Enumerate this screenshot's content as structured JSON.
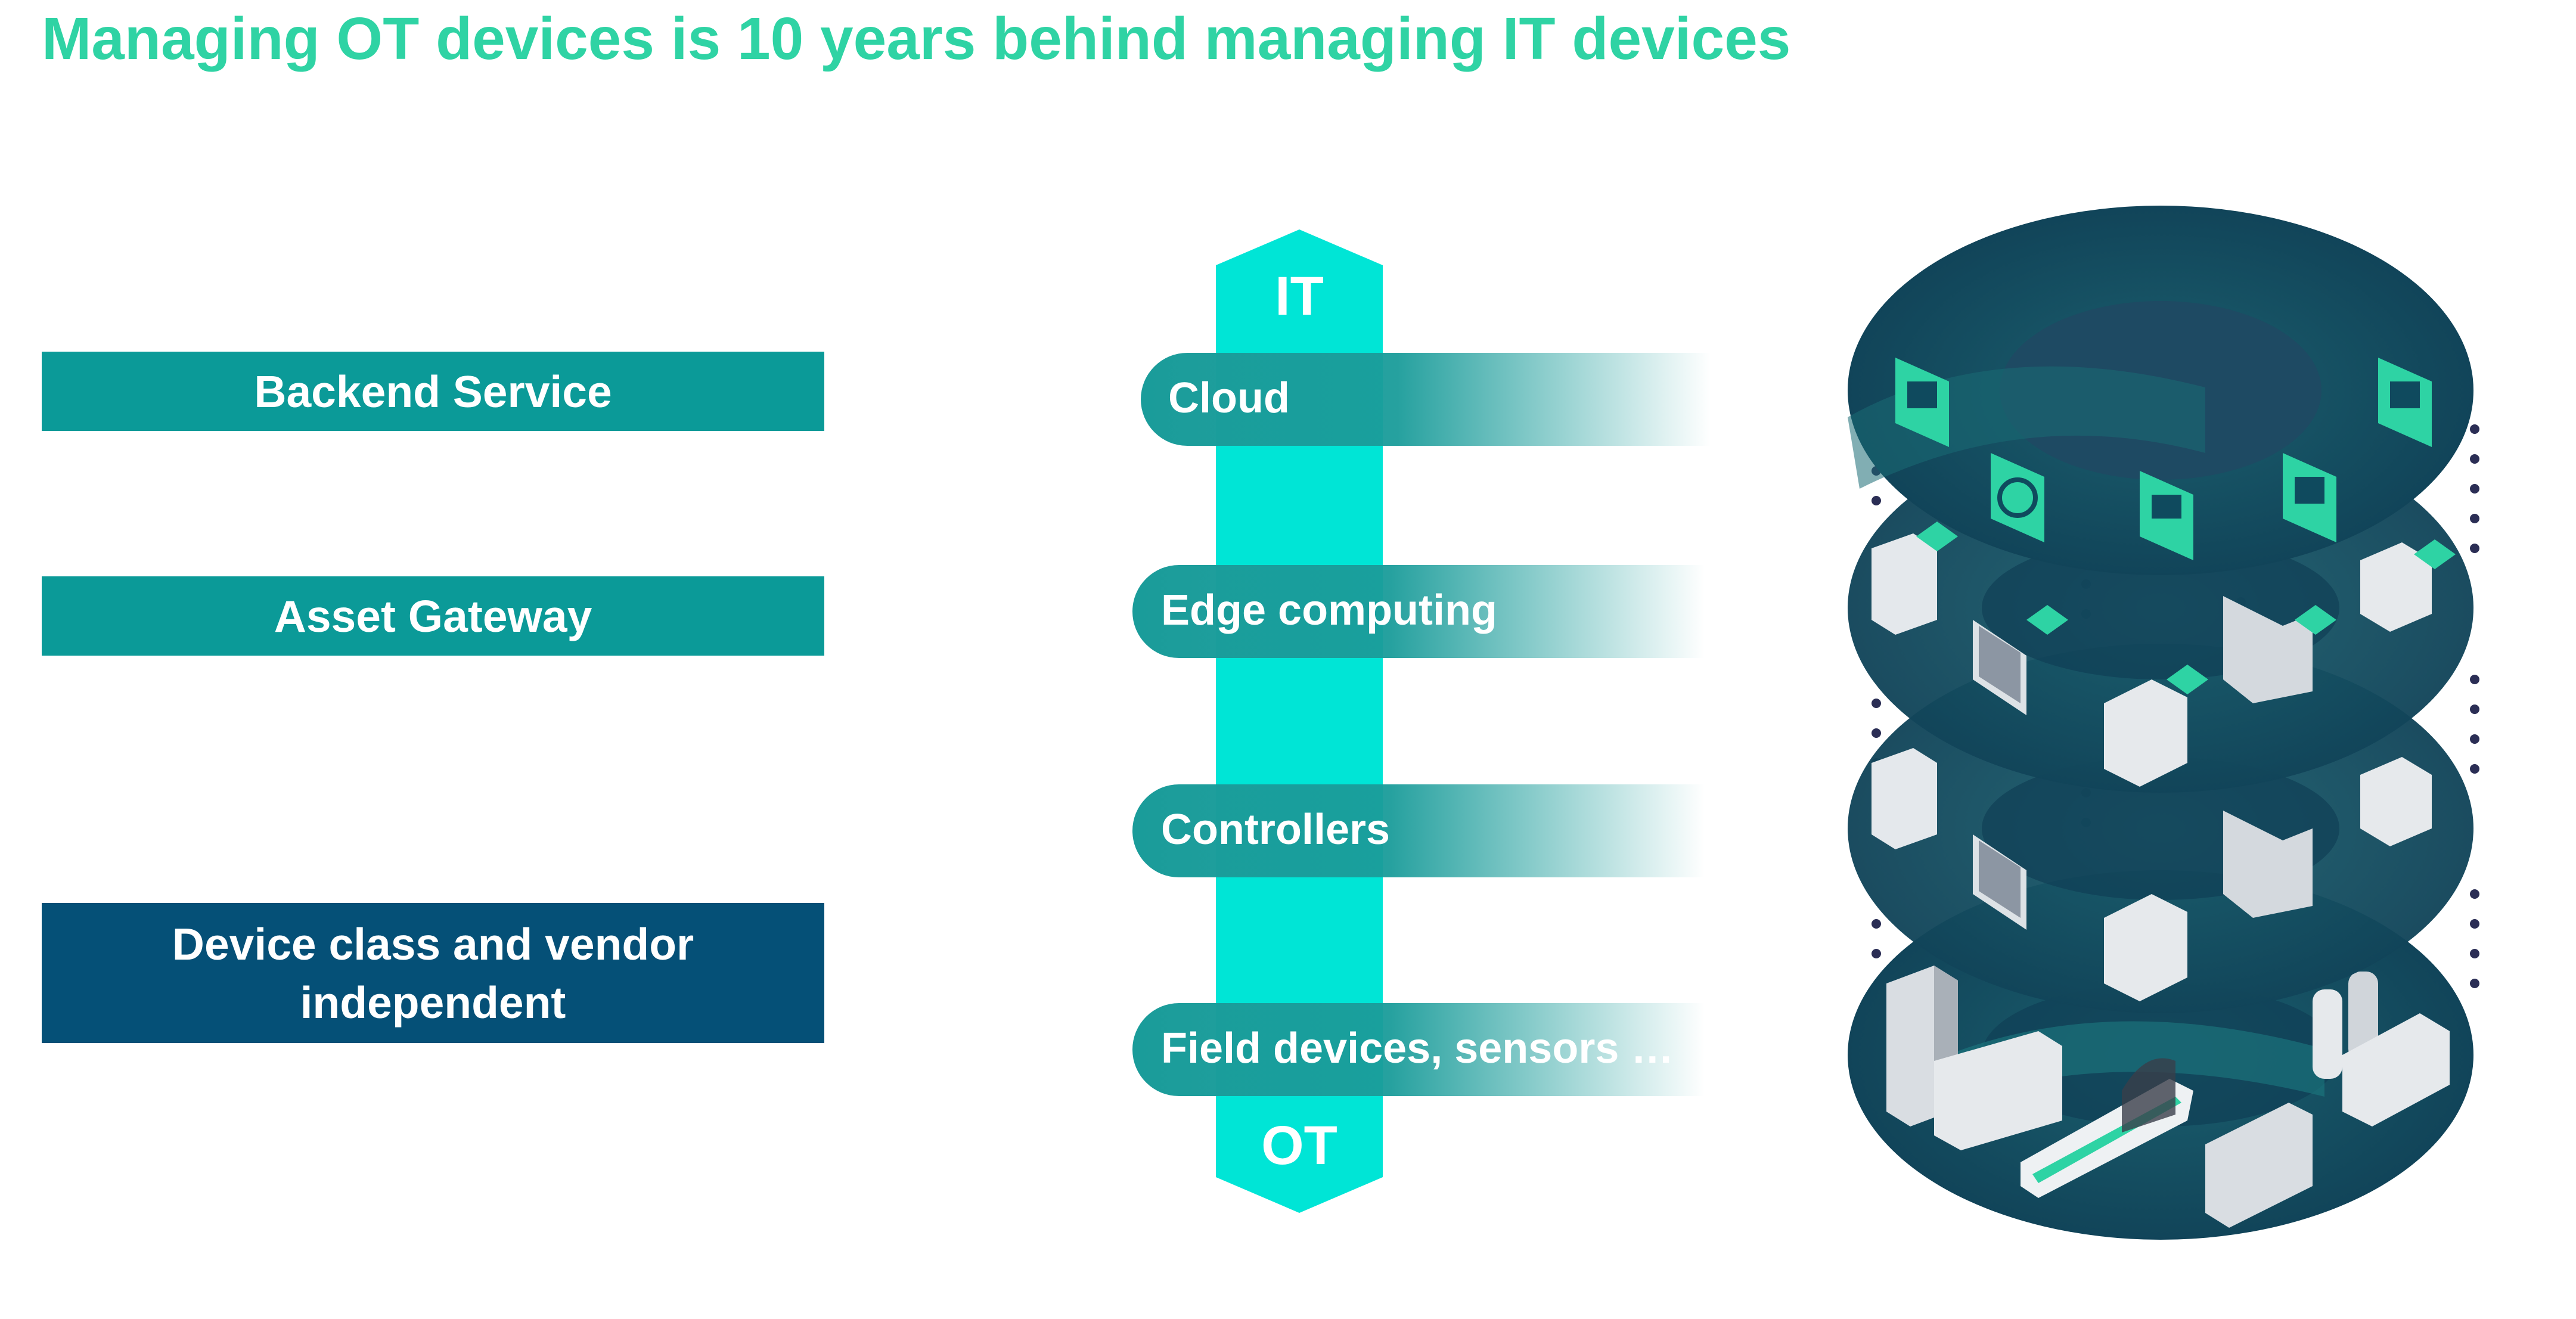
{
  "title": "Managing OT devices is 10 years behind managing IT devices",
  "left_boxes": {
    "backend": "Backend Service",
    "gateway": "Asset Gateway",
    "device_line1": "Device class and vendor",
    "device_line2": "independent"
  },
  "arrow": {
    "top_label": "IT",
    "bottom_label": "OT"
  },
  "levels": [
    {
      "label": "Cloud"
    },
    {
      "label": "Edge computing"
    },
    {
      "label": "Controllers"
    },
    {
      "label": "Field devices, sensors …"
    }
  ],
  "colors": {
    "title": "#2fd3a4",
    "box_teal": "#0b9a98",
    "box_navy": "#055077",
    "arrow": "#00e5d6",
    "pill": "#1a9c9a",
    "disc_dark": "#0f4a5e",
    "disc_mid": "#146b78",
    "icon_green": "#2ed3a4",
    "dots": "#2b2e55"
  },
  "icons": {
    "cloud_icons": [
      "control-panel-icon",
      "globe-icon",
      "monitor-icon",
      "plug-icon"
    ],
    "layer_devices": [
      "cabinet-icon",
      "hmi-panel-icon",
      "plc-icon",
      "server-rack-icon"
    ],
    "field_devices": [
      "building-icon",
      "factory-icon",
      "train-icon",
      "tank-icon"
    ]
  }
}
